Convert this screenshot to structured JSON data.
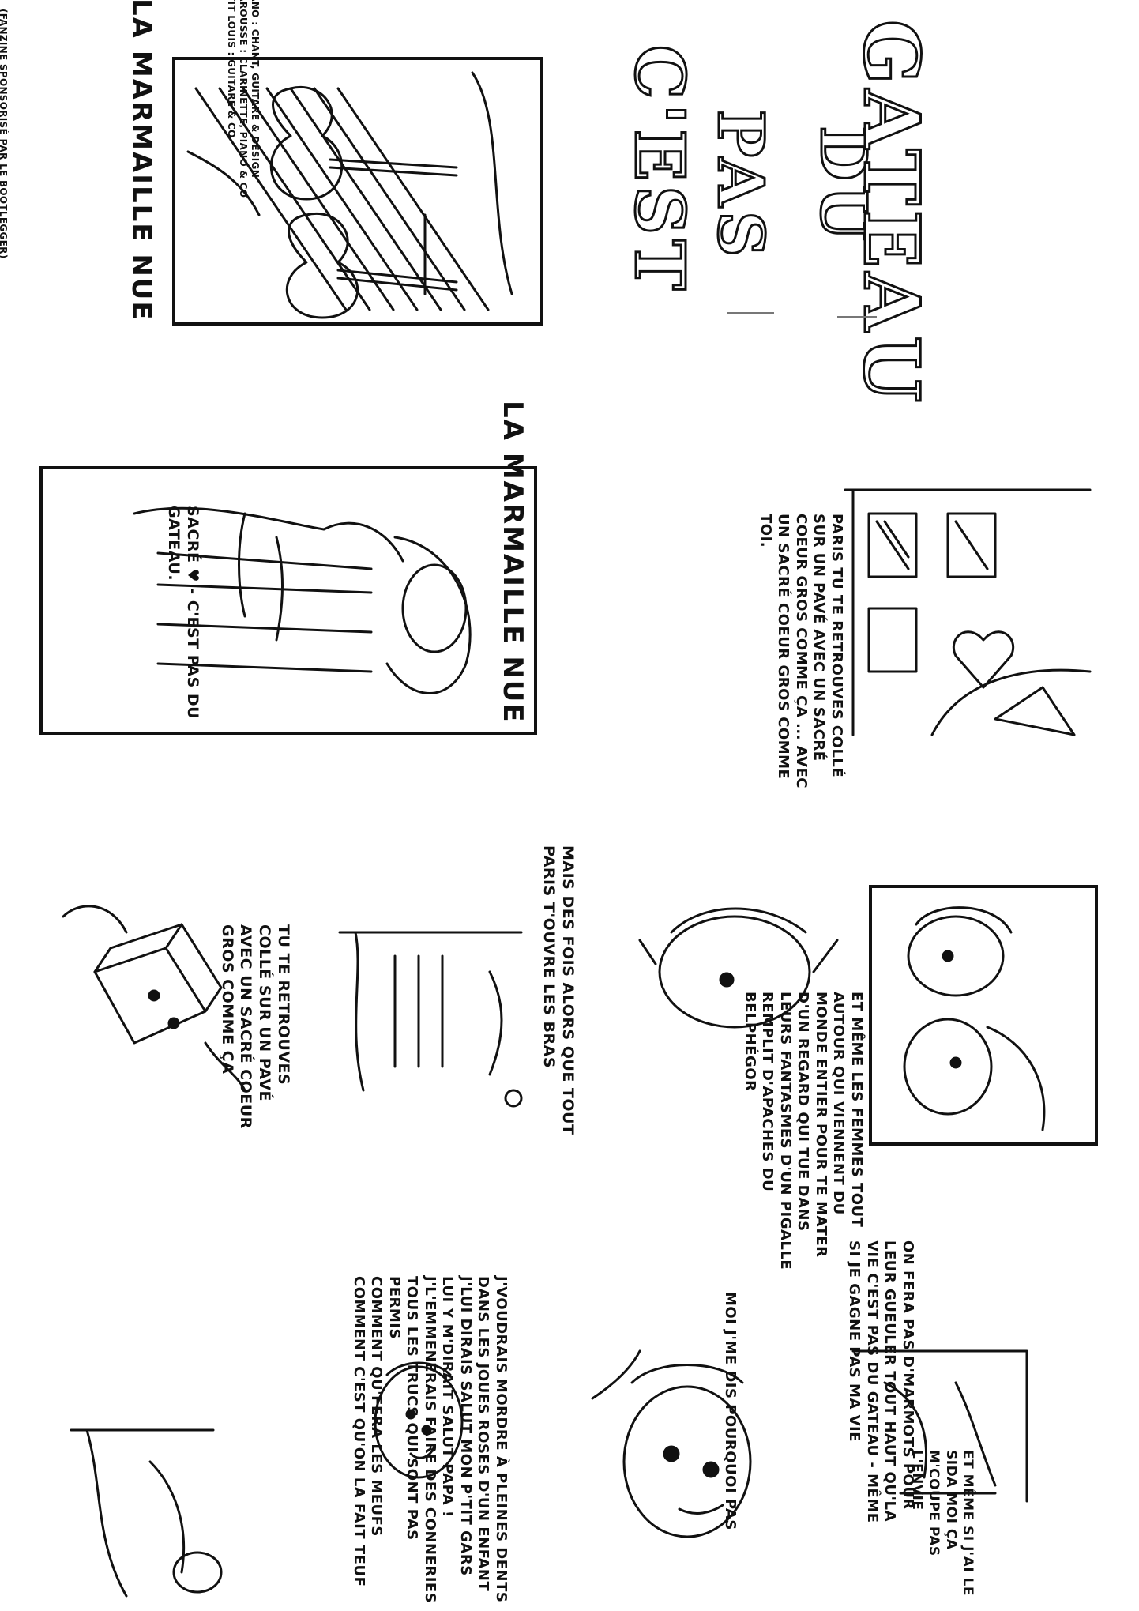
{
  "panels": {
    "p1": {
      "title": "LA MARMAILLE NUE",
      "credits": "MANO : CHANT, GUITARE & DESIGN\nMAROUSSE : CLARINETTE, PIANO & CO\nP'TIT LOUIS : GUITARE & CO",
      "footer": "(FANZINE SPONSORISÉ PAR LE BOOTLEGGER)"
    },
    "p2": {
      "title": "LA MARMAILLE NUE",
      "subtitle": "SACRÉ ♥ - C'EST PAS DU GATEAU."
    },
    "p3": {
      "top": "MAIS DES FOIS ALORS QUE TOUT PARIS T'OUVRE LES BRAS",
      "bottom": "TU TE RETROUVES COLLÉ SUR UN PAVÉ AVEC UN SACRÉ COEUR GROS COMME ÇA"
    },
    "p4": {
      "text": "J'VOUDRAIS MORDRE À PLEINES DENTS DANS LES JOUES ROSES D'UN ENFANT\nJ'LUI DIRAIS SALUT MON P'TIT GARS\nLUI Y M'DIRAIT SALUT PAPA !\nJ'L'EMMENERAIS FAIRE DES CONNERIES TOUS LES TRUCS QUI SONT PAS PERMIS\nCOMMENT QU'FERA LES MEUFS COMMENT C'EST QU'ON LA FAIT TEUF"
    },
    "p5": {
      "line1": "C'EST",
      "line2": "PAS",
      "line3": "DU",
      "line4": "GATEAU"
    },
    "p6": {
      "text": "PARIS TU TE RETROUVES COLLÉ SUR UN PAVÉ AVEC UN SACRÉ COEUR GROS COMME ÇA ... AVEC UN SACRÉ COEUR GROS COMME TOI."
    },
    "p7": {
      "text": "ET MÊME LES FEMMES TOUT AUTOUR QUI VIENNENT DU MONDE ENTIER POUR TE MATER D'UN REGARD QUI TUE DANS LEURS FANTASMES D'UN PIGALLE REMPLIT D'APACHES DU BELPHÉGOR"
    },
    "p8": {
      "top": "ON FERA PAS D'MARMOTS POUR LEUR GUEULER TOUT HAUT QU'LA VIE C'EST PAS DU GATEAU - MÊME SI JE GAGNE PAS MA VIE",
      "middle": "ET MÊME SI J'AI LE SIDA MOI ÇA M'COUPE PAS L'ENVIE",
      "bottom": "MOI J'ME DIS POURQUOI PAS"
    }
  }
}
